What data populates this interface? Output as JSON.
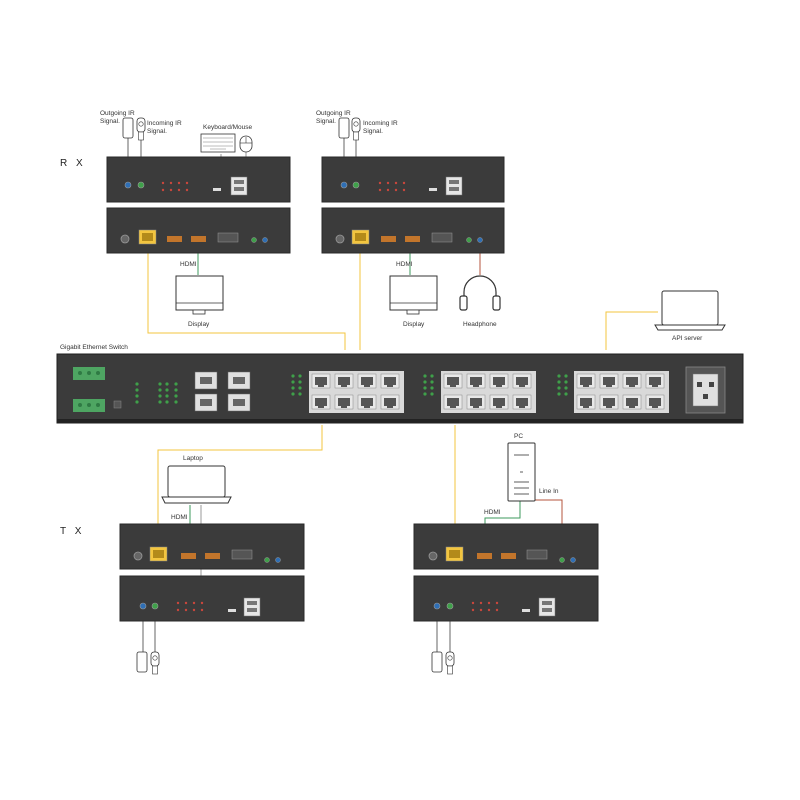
{
  "sections": {
    "rx": "R X",
    "tx": "T X"
  },
  "labels": {
    "outgoing_ir_1": [
      "Outgoing IR",
      "Signal."
    ],
    "incoming_ir_1": [
      "Incoming IR",
      "Signal."
    ],
    "outgoing_ir_2": [
      "Outgoing IR",
      "Signal."
    ],
    "incoming_ir_2": [
      "Incoming IR",
      "Signal."
    ],
    "keyboard_mouse": "Keyboard/Mouse",
    "hdmi_rx1": "HDMI",
    "hdmi_rx2": "HDMI",
    "display_1": "Display",
    "display_2": "Display",
    "headphone": "Headphone",
    "api_server": "API server",
    "switch": "Gigabit Ethernet Switch",
    "laptop": "Laptop",
    "hdmi_tx1": "HDMI",
    "pc": "PC",
    "hdmi_tx2": "HDMI",
    "line_in": "Line In"
  },
  "colors": {
    "device_body": "#3b3b3b",
    "device_edge": "#2a2a2a",
    "ethernet_line": "#f3c53f",
    "hdmi_line": "#3d9a5c",
    "audio_line": "#b5543c",
    "usb_line": "#9a9a9a",
    "rj45_port": "#e8e8e8",
    "led_green": "#3fa04a",
    "led_red": "#c9473c"
  },
  "icons": [
    "ir-emitter-icon",
    "ir-receiver-icon",
    "keyboard-icon",
    "mouse-icon",
    "monitor-icon",
    "headphone-icon",
    "laptop-icon",
    "pc-tower-icon",
    "power-socket-icon"
  ]
}
